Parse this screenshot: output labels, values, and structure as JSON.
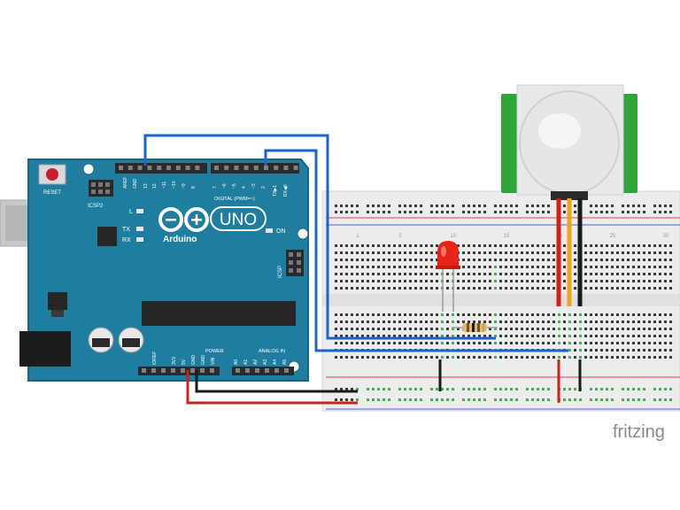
{
  "board": {
    "brand": "Arduino",
    "model": "UNO",
    "reset_label": "RESET",
    "icsp2_label": "ICSP2",
    "icsp_label": "ICSP",
    "aref_label": "AREF",
    "gnd_label": "GND",
    "digital_label": "DIGITAL (PWM=~)",
    "tx_label": "TX",
    "rx_label": "RX",
    "l_label": "L",
    "on_label": "ON",
    "power_label": "POWER",
    "analog_label": "ANALOG IN",
    "ioref_label": "IOREF",
    "power_pins": [
      "3V3",
      "5V",
      "GND",
      "GND",
      "VIN"
    ],
    "analog_pins": [
      "A0",
      "A1",
      "A2",
      "A3",
      "A4",
      "A5"
    ],
    "digital_pins": [
      "13",
      "12",
      "~11",
      "~10",
      "~9",
      "8",
      "7",
      "~6",
      "~5",
      "4",
      "~3",
      "2",
      "TX▶1",
      "RX◀0"
    ]
  },
  "breadboard": {
    "column_numbers": [
      "1",
      "5",
      "10",
      "15",
      "20",
      "25",
      "30"
    ]
  },
  "watermark": "fritzing",
  "colors": {
    "board": "#1f7ea0",
    "board_edge": "#176783",
    "breadboard": "#ececec",
    "wire_blue": "#1e64c8",
    "wire_red": "#d0201a",
    "wire_black": "#1a1a1a",
    "wire_yellow": "#f0a21a",
    "pir_green": "#2ea43a",
    "led_red": "#e8231a",
    "hole_green": "#39b54a"
  }
}
